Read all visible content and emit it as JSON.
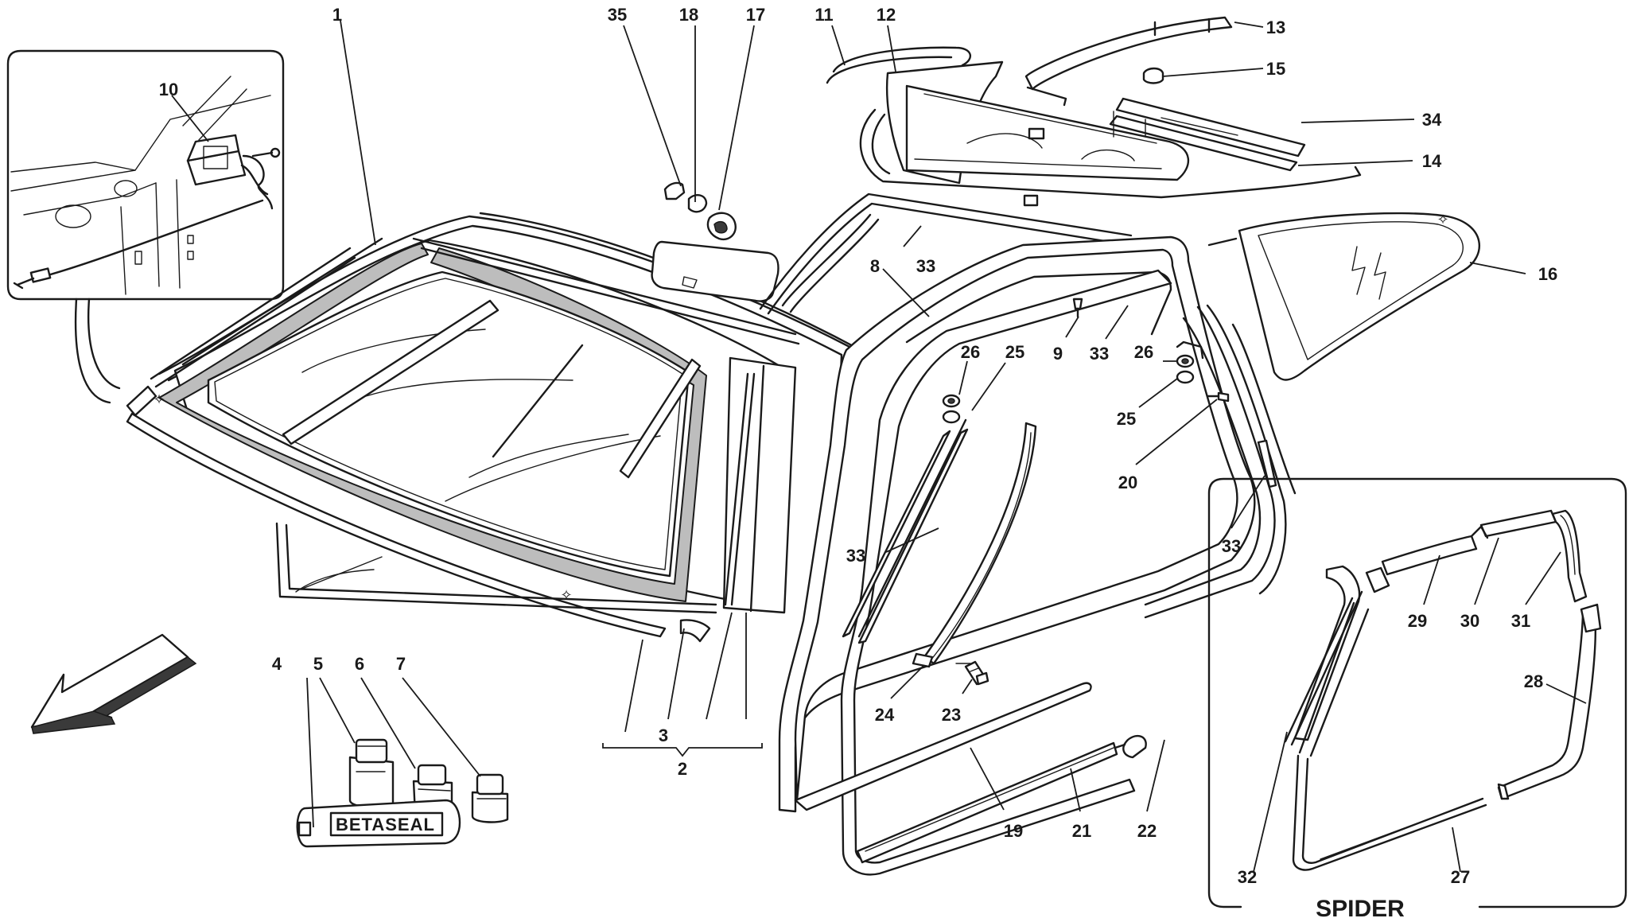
{
  "diagram": {
    "inset_spider_label": "SPIDER",
    "tube_brand_text": "BETASEAL",
    "callouts": [
      {
        "id": "c1",
        "text": "1"
      },
      {
        "id": "c2",
        "text": "2"
      },
      {
        "id": "c3",
        "text": "3"
      },
      {
        "id": "c4",
        "text": "4"
      },
      {
        "id": "c5",
        "text": "5"
      },
      {
        "id": "c6",
        "text": "6"
      },
      {
        "id": "c7",
        "text": "7"
      },
      {
        "id": "c8",
        "text": "8"
      },
      {
        "id": "c9",
        "text": "9"
      },
      {
        "id": "c10",
        "text": "10"
      },
      {
        "id": "c11",
        "text": "11"
      },
      {
        "id": "c12",
        "text": "12"
      },
      {
        "id": "c13",
        "text": "13"
      },
      {
        "id": "c14",
        "text": "14"
      },
      {
        "id": "c15",
        "text": "15"
      },
      {
        "id": "c16",
        "text": "16"
      },
      {
        "id": "c17",
        "text": "17"
      },
      {
        "id": "c18",
        "text": "18"
      },
      {
        "id": "c19",
        "text": "19"
      },
      {
        "id": "c20",
        "text": "20"
      },
      {
        "id": "c21",
        "text": "21"
      },
      {
        "id": "c22",
        "text": "22"
      },
      {
        "id": "c23",
        "text": "23"
      },
      {
        "id": "c24",
        "text": "24"
      },
      {
        "id": "c25a",
        "text": "25"
      },
      {
        "id": "c25b",
        "text": "25"
      },
      {
        "id": "c26a",
        "text": "26"
      },
      {
        "id": "c26b",
        "text": "26"
      },
      {
        "id": "c27",
        "text": "27"
      },
      {
        "id": "c28",
        "text": "28"
      },
      {
        "id": "c29",
        "text": "29"
      },
      {
        "id": "c30",
        "text": "30"
      },
      {
        "id": "c31",
        "text": "31"
      },
      {
        "id": "c32",
        "text": "32"
      },
      {
        "id": "c33a",
        "text": "33"
      },
      {
        "id": "c33b",
        "text": "33"
      },
      {
        "id": "c33c",
        "text": "33"
      },
      {
        "id": "c33d",
        "text": "33"
      },
      {
        "id": "c34",
        "text": "34"
      },
      {
        "id": "c35",
        "text": "35"
      }
    ]
  }
}
